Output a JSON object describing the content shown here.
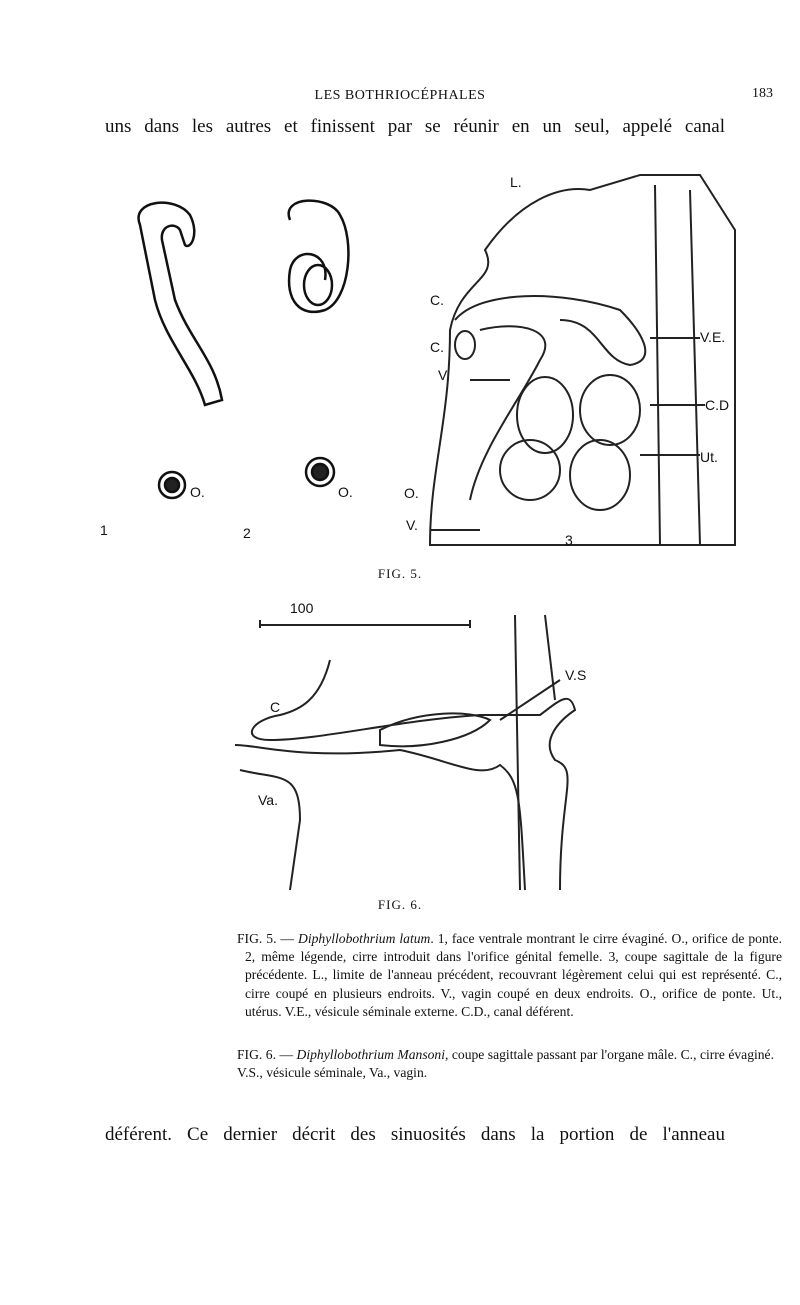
{
  "header": {
    "running_title": "LES BOTHRIOCÉPHALES",
    "page_number": "183"
  },
  "text": {
    "top_line": "uns dans les autres et finissent par se réunir en un seul, appelé canal",
    "bottom_line": "déférent. Ce dernier décrit des sinuosités dans la portion de l'anneau"
  },
  "figure5": {
    "caption": "FIG. 5.",
    "panel_labels": [
      "1",
      "2"
    ],
    "labels": {
      "o1": "O.",
      "o2": "O.",
      "L": "L.",
      "C1": "C.",
      "C2": "C.",
      "V1": "V.",
      "O3": "O.",
      "V2": "V.",
      "VE": "V.E.",
      "CD": "C.D",
      "Ut": "Ut.",
      "n3": "3"
    }
  },
  "figure6": {
    "caption": "FIG. 6.",
    "scale": "100",
    "labels": {
      "C": "C",
      "VS": "V.S",
      "Va": "Va."
    }
  },
  "legend": {
    "fig5": {
      "prefix": "FIG. 5. — ",
      "species": "Diphyllobothrium latum",
      "text": ". 1, face ventrale montrant le cirre évaginé. O., orifice de ponte. 2, même légende, cirre introduit dans l'orifice génital femelle. 3, coupe sagittale de la figure précédente. L., limite de l'anneau précédent, recouvrant légèrement celui qui est représenté. C., cirre coupé en plusieurs endroits. V., vagin coupé en deux endroits. O., orifice de ponte. Ut., utérus. V.E., vésicule séminale externe. C.D., canal déférent."
    },
    "fig6": {
      "prefix": "FIG. 6. — ",
      "species": "Diphyllobothrium Mansoni",
      "text": ", coupe sagittale passant par l'organe mâle. C., cirre évaginé. V.S., vésicule séminale, Va., vagin."
    }
  }
}
